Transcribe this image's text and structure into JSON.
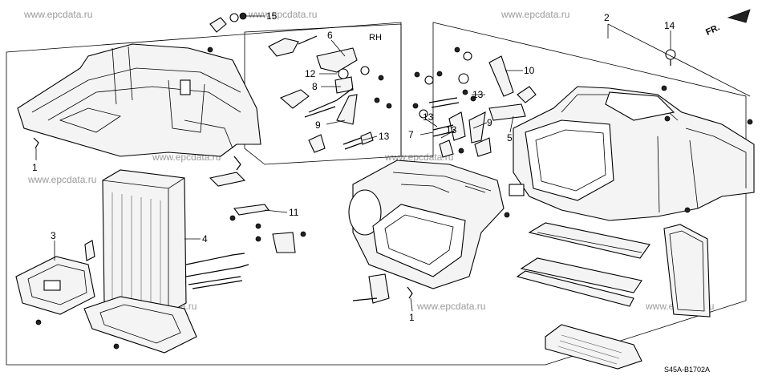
{
  "diagram": {
    "watermark": "www.epcdata.ru",
    "side_label": "RH",
    "front_label": "FR.",
    "drawing_code": "S45A-B1702A",
    "callouts": [
      "1",
      "2",
      "3",
      "4",
      "5",
      "6",
      "7",
      "8",
      "9",
      "10",
      "11",
      "12",
      "13",
      "14",
      "15"
    ],
    "colors": {
      "line": "#000000",
      "fill": "#f4f4f4",
      "watermark": "#9a9a9a"
    }
  }
}
